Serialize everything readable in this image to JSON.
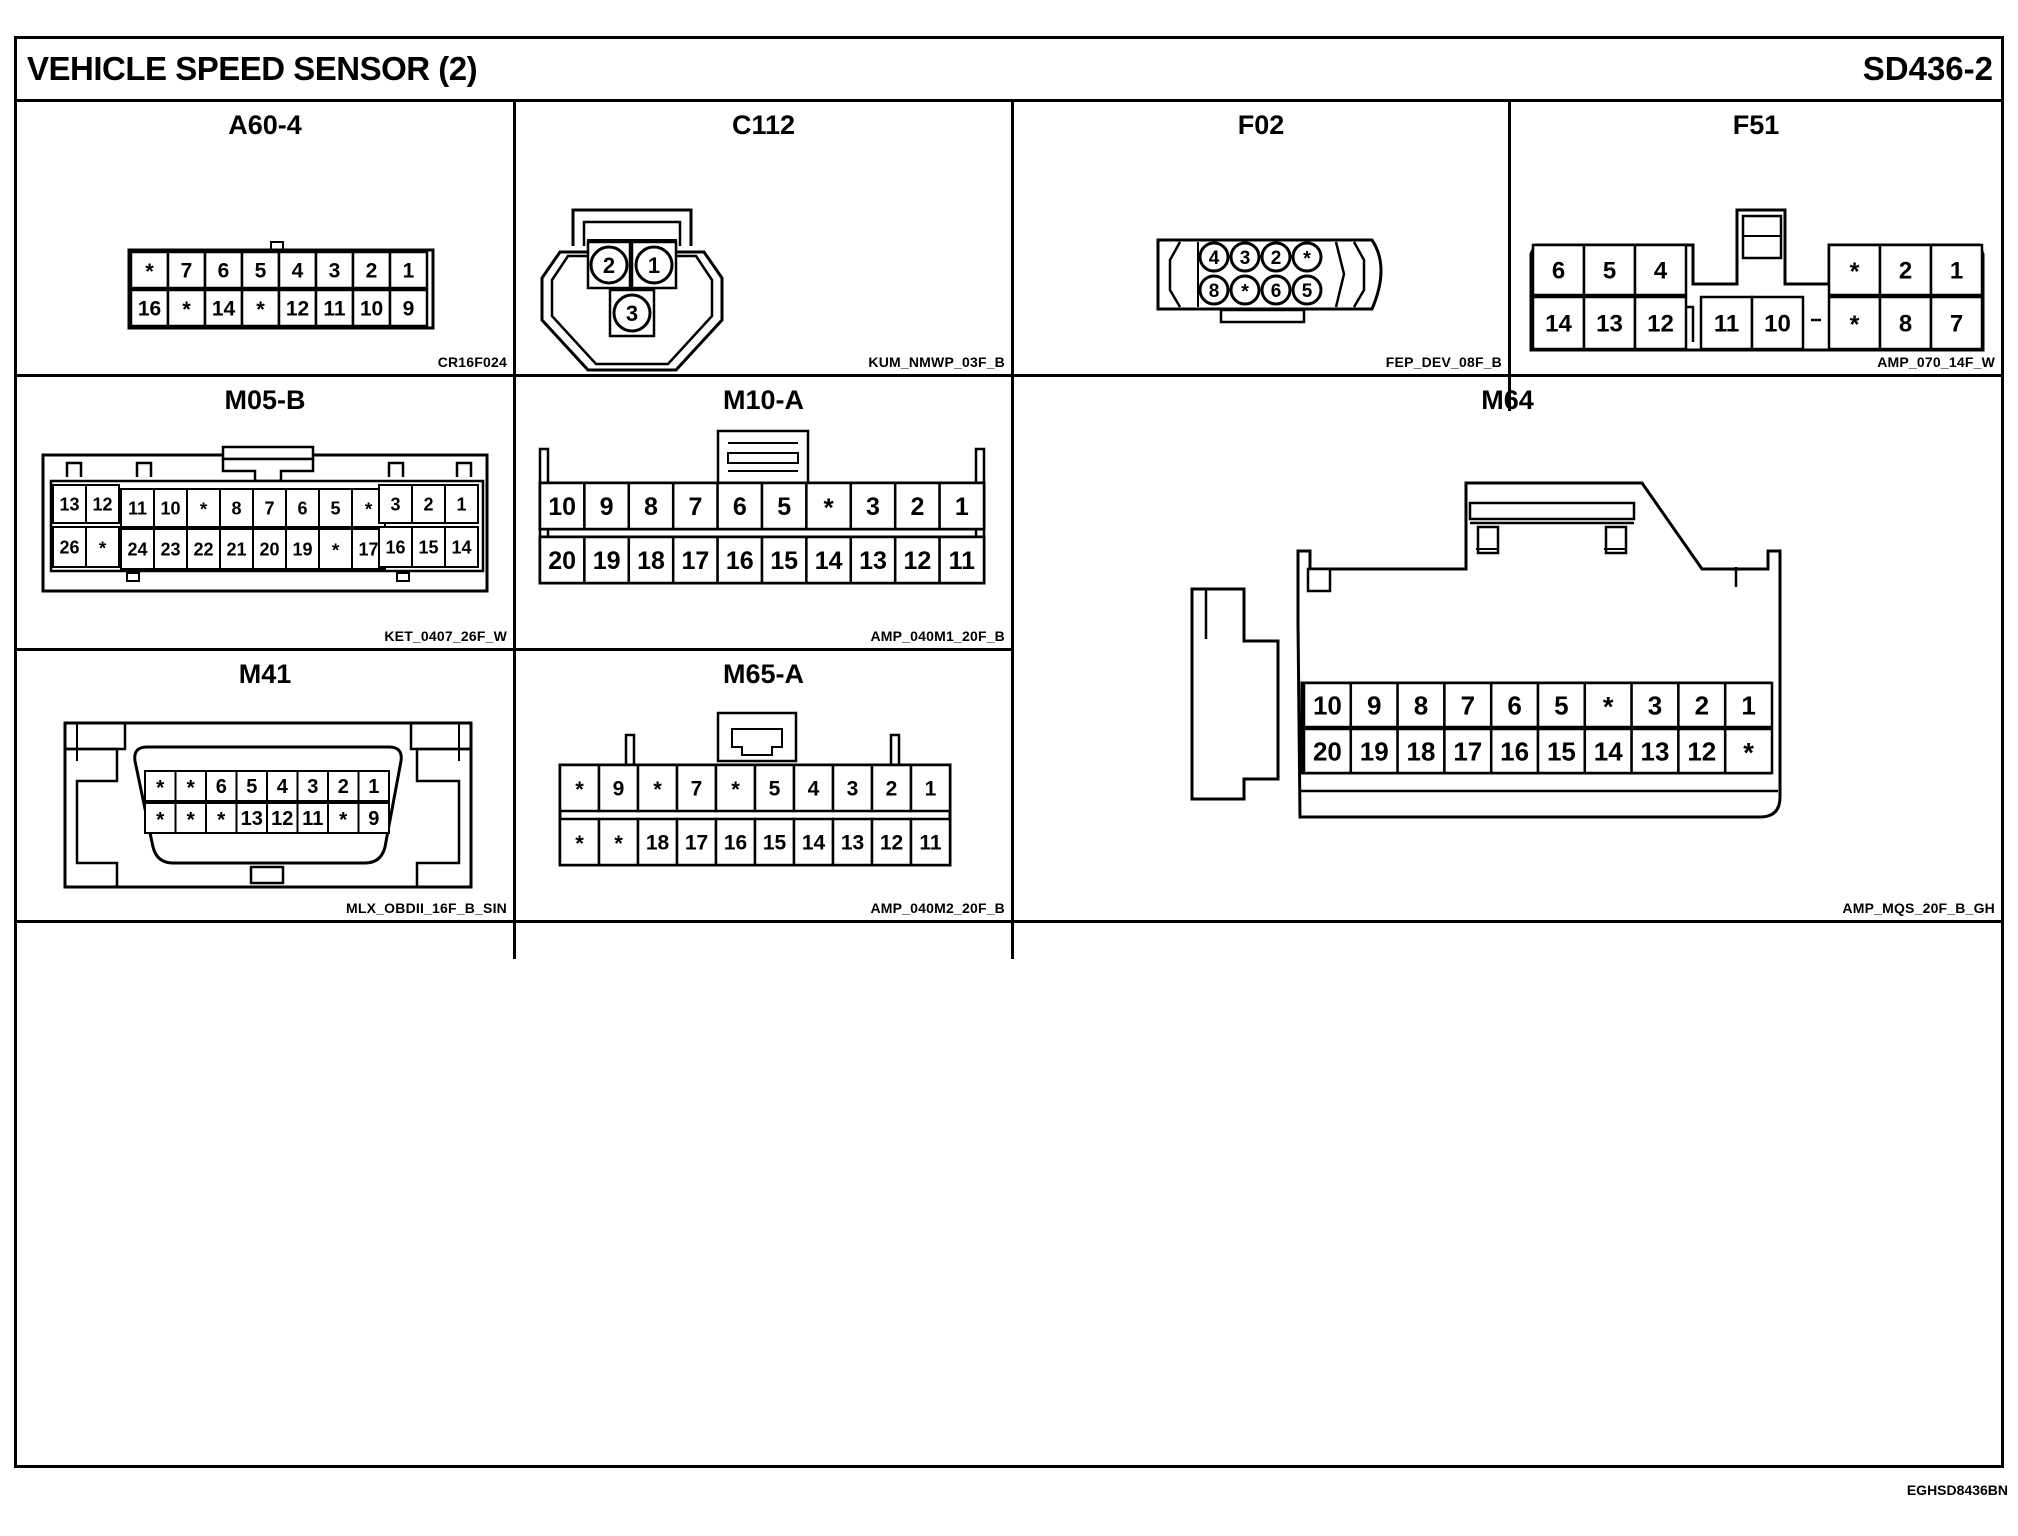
{
  "header": {
    "title": "VEHICLE SPEED SENSOR (2)",
    "code": "SD436-2"
  },
  "footer": {
    "code": "EGHSD8436BN"
  },
  "connectors": {
    "a60": {
      "name": "A60-4",
      "code": "CR16F024",
      "row1": [
        "*",
        "7",
        "6",
        "5",
        "4",
        "3",
        "2",
        "1"
      ],
      "row2": [
        "16",
        "*",
        "14",
        "*",
        "12",
        "11",
        "10",
        "9"
      ]
    },
    "c112": {
      "name": "C112",
      "code": "KUM_NMWP_03F_B",
      "pins": [
        "2",
        "1",
        "3"
      ]
    },
    "f02": {
      "name": "F02",
      "code": "FEP_DEV_08F_B",
      "row1": [
        "4",
        "3",
        "2",
        "*"
      ],
      "row2": [
        "8",
        "*",
        "6",
        "5"
      ]
    },
    "f51": {
      "name": "F51",
      "code": "AMP_070_14F_W",
      "row1": [
        "6",
        "5",
        "4",
        "*",
        "2",
        "1"
      ],
      "row2": [
        "14",
        "13",
        "12",
        "11",
        "10",
        "*",
        "8",
        "7"
      ]
    },
    "m05": {
      "name": "M05-B",
      "code": "KET_0407_26F_W",
      "row1": [
        "13",
        "12",
        "11",
        "10",
        "*",
        "8",
        "7",
        "6",
        "5",
        "*",
        "3",
        "2",
        "1"
      ],
      "row2": [
        "26",
        "*",
        "24",
        "23",
        "22",
        "21",
        "20",
        "19",
        "*",
        "17",
        "16",
        "15",
        "14"
      ]
    },
    "m10": {
      "name": "M10-A",
      "code": "AMP_040M1_20F_B",
      "row1": [
        "10",
        "9",
        "8",
        "7",
        "6",
        "5",
        "*",
        "3",
        "2",
        "1"
      ],
      "row2": [
        "20",
        "19",
        "18",
        "17",
        "16",
        "15",
        "14",
        "13",
        "12",
        "11"
      ]
    },
    "m64": {
      "name": "M64",
      "code": "AMP_MQS_20F_B_GH",
      "row1": [
        "10",
        "9",
        "8",
        "7",
        "6",
        "5",
        "*",
        "3",
        "2",
        "1"
      ],
      "row2": [
        "20",
        "19",
        "18",
        "17",
        "16",
        "15",
        "14",
        "13",
        "12",
        "*"
      ]
    },
    "m41": {
      "name": "M41",
      "code": "MLX_OBDII_16F_B_SIN",
      "row1": [
        "*",
        "*",
        "6",
        "5",
        "4",
        "3",
        "2",
        "1"
      ],
      "row2": [
        "*",
        "*",
        "*",
        "13",
        "12",
        "11",
        "*",
        "9"
      ]
    },
    "m65": {
      "name": "M65-A",
      "code": "AMP_040M2_20F_B",
      "row1": [
        "*",
        "9",
        "*",
        "7",
        "*",
        "5",
        "4",
        "3",
        "2",
        "1"
      ],
      "row2": [
        "*",
        "*",
        "18",
        "17",
        "16",
        "15",
        "14",
        "13",
        "12",
        "11"
      ]
    }
  }
}
